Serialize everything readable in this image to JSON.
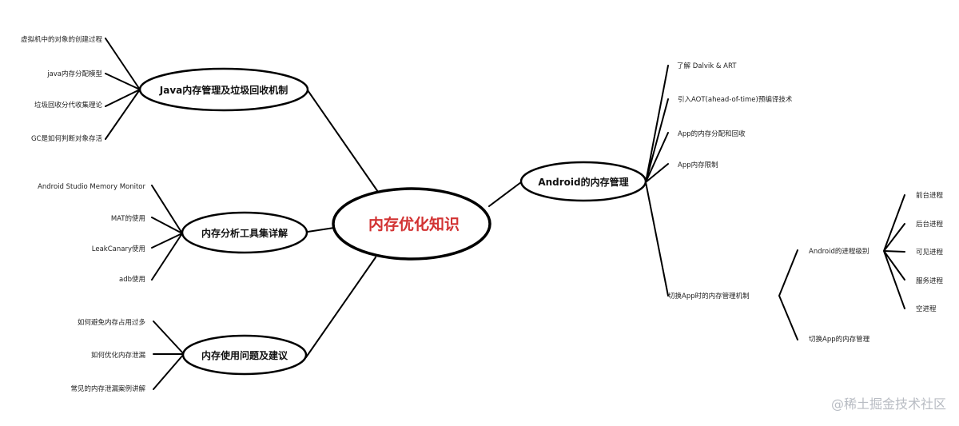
{
  "mindmap": {
    "center": "内存优化知识",
    "java": {
      "title": "Java内存管理及垃圾回收机制",
      "items": [
        "虚拟机中的对象的创建过程",
        "java内存分配模型",
        "垃圾回收分代收集理论",
        "GC是如何判断对象存活"
      ]
    },
    "tools": {
      "title": "内存分析工具集详解",
      "items": [
        "Android Studio Memory Monitor",
        "MAT的使用",
        "LeakCanary使用",
        "adb使用"
      ]
    },
    "usage": {
      "title": "内存使用问题及建议",
      "items": [
        "如何避免内存占用过多",
        "如何优化内存泄漏",
        "常见的内存泄漏案例讲解"
      ]
    },
    "android": {
      "title": "Android的内存管理",
      "items": [
        "了解 Dalvik & ART",
        "引入AOT(ahead-of-time)预编译技术",
        "App的内存分配和回收",
        "App内存限制"
      ],
      "switch": {
        "label": "切换App时的内存管理机制",
        "process_levels": {
          "label": "Android的进程级别",
          "items": [
            "前台进程",
            "后台进程",
            "可见进程",
            "服务进程",
            "空进程"
          ]
        },
        "switch_mem": "切换App的内存管理"
      }
    }
  },
  "watermark": "@稀土掘金技术社区"
}
